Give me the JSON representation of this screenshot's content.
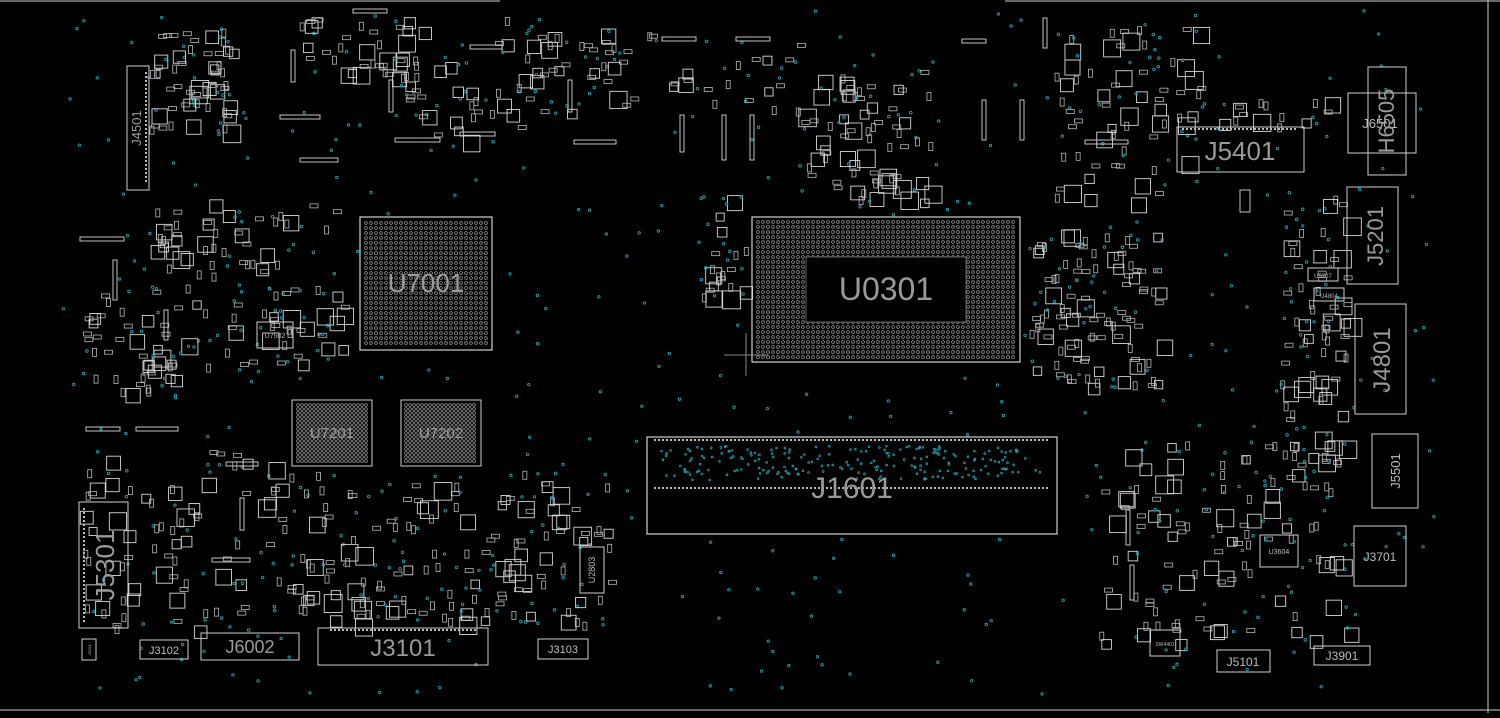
{
  "view": {
    "background_color": "#000000",
    "outline_color": "#d8d8d8",
    "pad_color": "#b8b8b8",
    "testpoint_color": "#1fa3b5"
  },
  "components": {
    "U7001": "U7001",
    "U0301": "U0301",
    "U7201": "U7201",
    "U7202": "U7202",
    "J1601": "J1601",
    "J3101": "J3101",
    "J5301": "J5301",
    "J5401": "J5401",
    "J5201": "J5201",
    "J4801": "J4801",
    "J4501": "J4501",
    "J6002": "J6002",
    "J3102": "J3102",
    "J3103": "J3103",
    "J3701": "J3701",
    "J3901": "J3901",
    "J5101": "J5101",
    "J5501": "J5501",
    "J6501": "J6501",
    "H6505": "H6505",
    "U2803": "U2803",
    "U7502": "U7502",
    "U5207": "U5207",
    "U4804": "U4804",
    "U3604": "U3604",
    "SW4401": "SW4401",
    "J3204": "J3204"
  }
}
